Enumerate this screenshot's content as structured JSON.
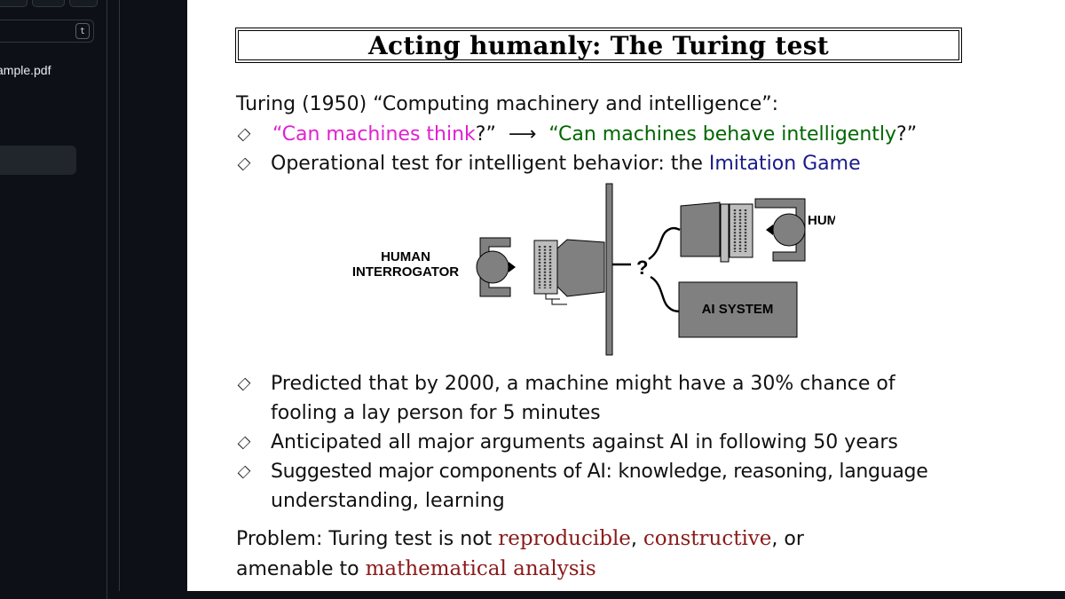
{
  "sidebar": {
    "search_shortcut": "t",
    "file_name": "ample.pdf"
  },
  "slide": {
    "title": "Acting humanly: The Turing test",
    "intro": "Turing (1950) “Computing machinery and intelligence”:",
    "bullet1": {
      "part1": "“",
      "part2": "Can machines think",
      "part3": "?”",
      "arrow": "⟶",
      "part4": "“Can machines behave intelligently",
      "part5": "?”"
    },
    "bullet2": {
      "text": "Operational test for intelligent behavior: the ",
      "highlight": "Imitation Game"
    },
    "figure": {
      "interrogator_line1": "HUMAN",
      "interrogator_line2": "INTERROGATOR",
      "human_label": "HUMAN",
      "ai_label": "AI SYSTEM",
      "question": "?"
    },
    "bullet3": {
      "line1": "Predicted that by 2000, a machine might have a 30% chance of",
      "line2": "fooling a lay person for 5 minutes"
    },
    "bullet4": "Anticipated all major arguments against AI in following 50 years",
    "bullet5": {
      "line1": "Suggested major components of AI: knowledge, reasoning, language",
      "line2": "understanding, learning"
    },
    "problem": {
      "prefix": "Problem: Turing test is not ",
      "term1": "reproducible",
      "sep1": ", ",
      "term2": "constructive",
      "sep2": ", or",
      "line2_prefix": "amenable to ",
      "term3": "mathematical analysis"
    }
  },
  "colors": {
    "magenta": "#e020d0",
    "green": "#006600",
    "navy": "#1a1a8c",
    "dark_red": "#8b1a1a",
    "figure_gray": "#808080"
  }
}
